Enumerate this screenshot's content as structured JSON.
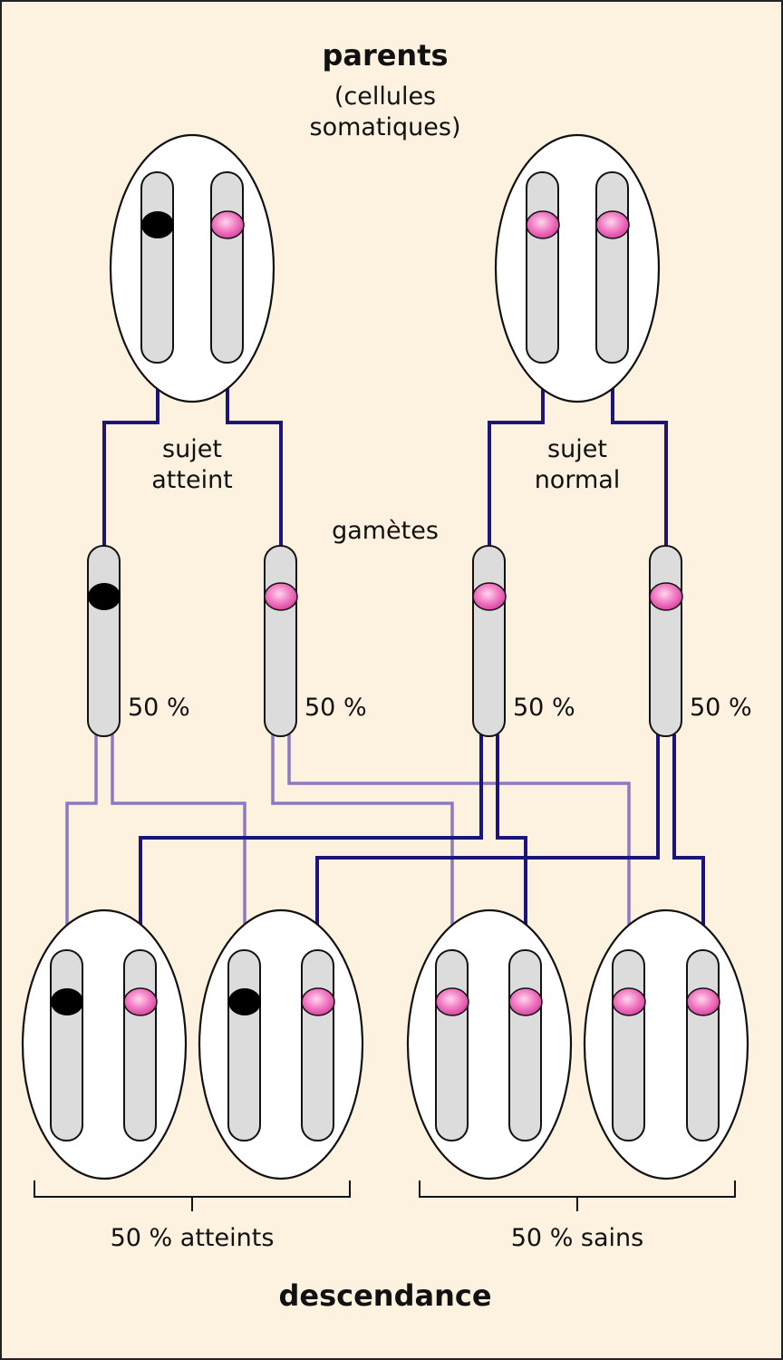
{
  "labels": {
    "parents": "parents",
    "cellules_line1": "(cellules",
    "cellules_line2": "somatiques)",
    "affected_line1": "sujet",
    "affected_line2": "atteint",
    "normal_line1": "sujet",
    "normal_line2": "normal",
    "gametes": "gamètes",
    "gamete_pct": [
      "50 %",
      "50 %",
      "50 %",
      "50 %"
    ],
    "offspring_affected": "50 % atteints",
    "offspring_healthy": "50 % sains",
    "descendance": "descendance"
  },
  "colors": {
    "background": "#fdf2df",
    "mutant_allele": "#000000",
    "normal_allele": "#f27cc3",
    "paternal_lines": "#1c1478",
    "maternal_lines": "#8b79c2"
  }
}
